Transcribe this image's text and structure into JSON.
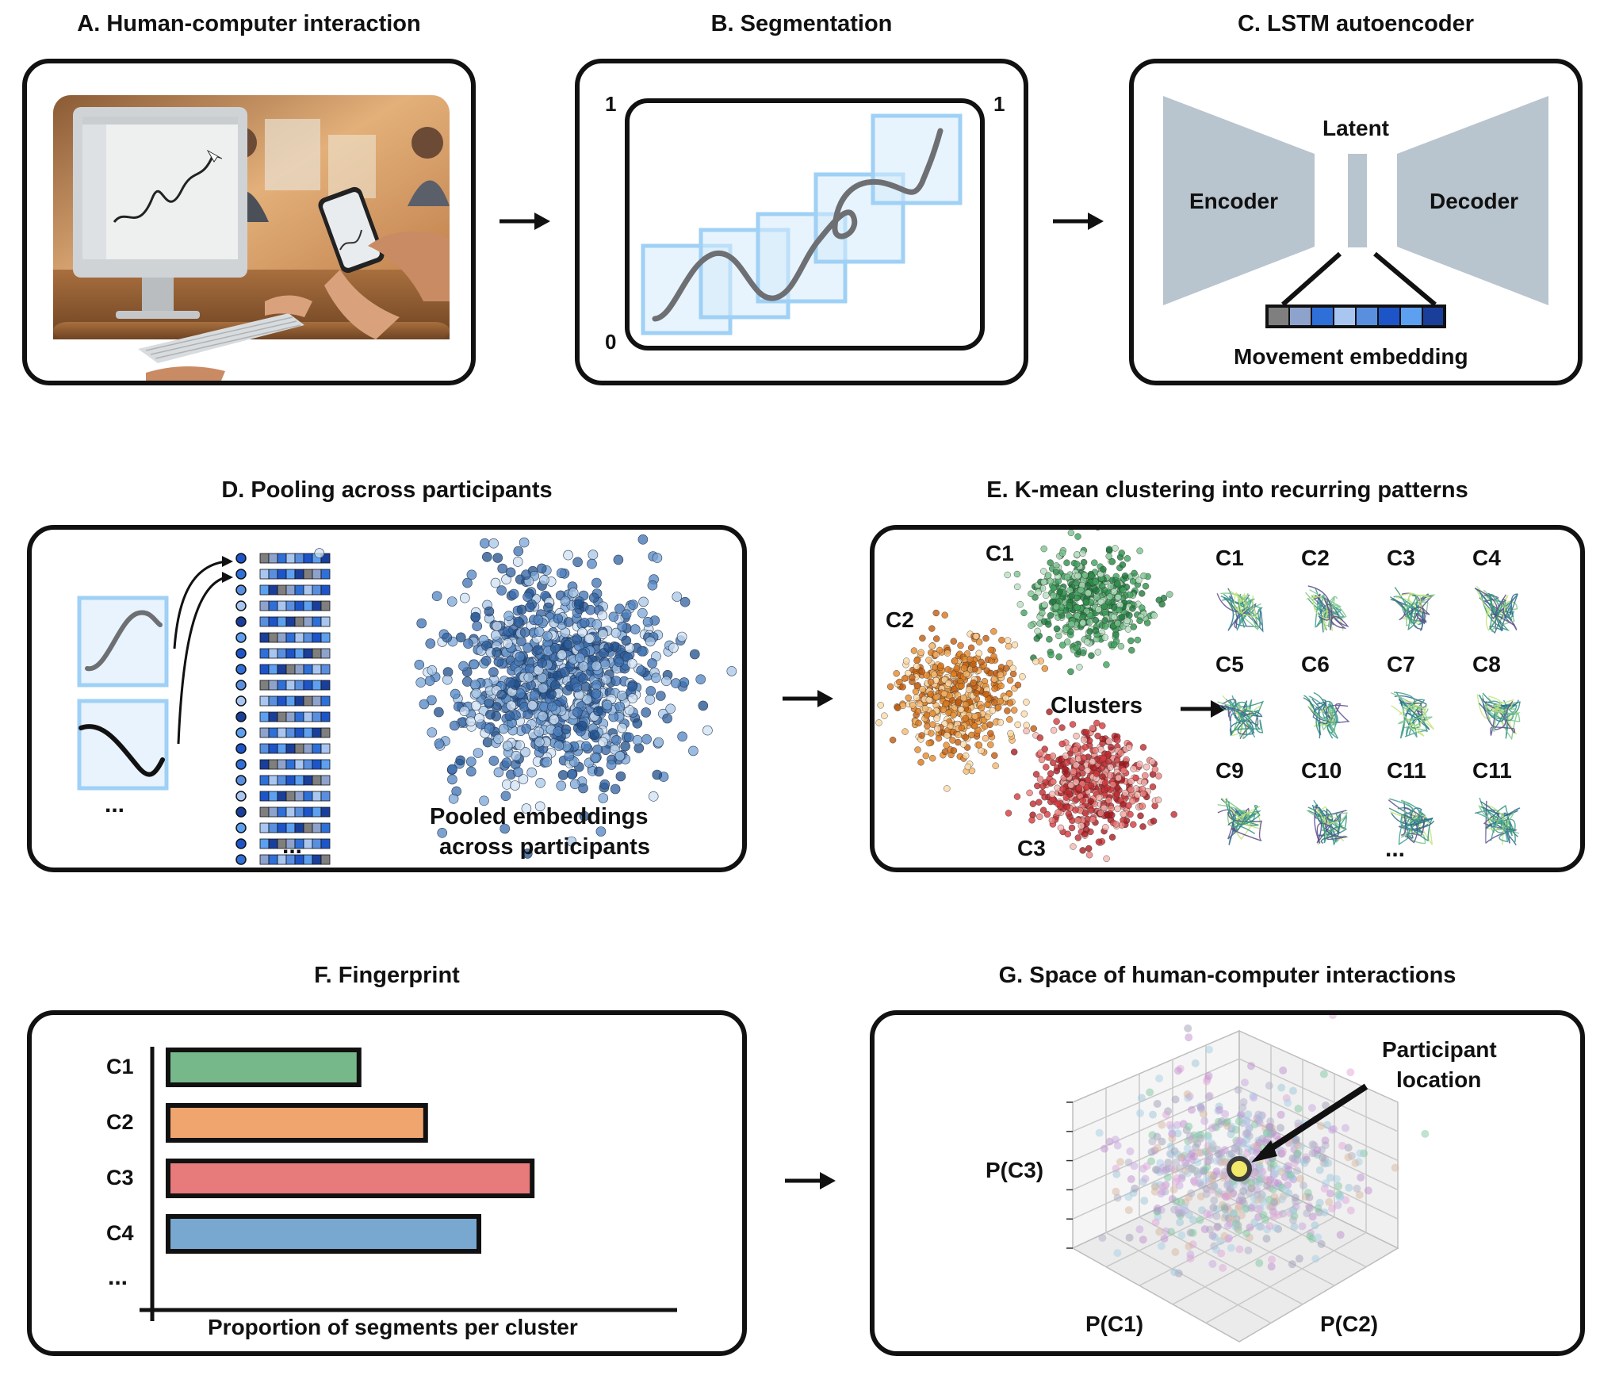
{
  "panels": {
    "a": {
      "title": "A. Human-computer interaction"
    },
    "b": {
      "title": "B. Segmentation",
      "axis_top_left": "1",
      "axis_top_right": "1",
      "axis_bottom": "0"
    },
    "c": {
      "title": "C. LSTM autoencoder",
      "encoder": "Encoder",
      "latent": "Latent",
      "decoder": "Decoder",
      "embedding_label": "Movement embedding"
    },
    "d": {
      "title": "D. Pooling across participants",
      "ellipsis_left": "...",
      "ellipsis_bottom": "...",
      "pooled_line1": "Pooled embeddings",
      "pooled_line2": "across participants"
    },
    "e": {
      "title": "E. K-mean clustering into recurring patterns",
      "clusters_label": "Clusters",
      "cluster_names": [
        "C1",
        "C2",
        "C3"
      ],
      "pattern_labels": [
        "C1",
        "C2",
        "C3",
        "C4",
        "C5",
        "C6",
        "C7",
        "C8",
        "C9",
        "C10",
        "C11",
        "C11"
      ],
      "ellipsis": "..."
    },
    "f": {
      "title": "F. Fingerprint",
      "xlabel": "Proportion of segments per cluster",
      "ellipsis": "..."
    },
    "g": {
      "title": "G. Space of human-computer interactions",
      "axis_x": "P(C1)",
      "axis_y": "P(C2)",
      "axis_z": "P(C3)",
      "annotation_line1": "Participant",
      "annotation_line2": "location"
    }
  },
  "colors": {
    "encoder_gray": "#b8c4ce",
    "accent_blue": "#9fd0f5",
    "c1_green": "#77b88a",
    "c2_orange": "#f0a46e",
    "c3_red": "#e77a7a",
    "c4_blue": "#78a7cf"
  },
  "embedding_colors": [
    "#7f7f7f",
    "#8ea3cc",
    "#2f6fd8",
    "#a9c6f0",
    "#5a8fe0",
    "#1d55c8",
    "#5da0f0",
    "#1a3f9a"
  ],
  "chart_data": {
    "type": "bar",
    "categories": [
      "C1",
      "C2",
      "C3",
      "C4"
    ],
    "values": [
      0.43,
      0.58,
      0.82,
      0.7
    ],
    "xlabel": "Proportion of segments per cluster",
    "orientation": "horizontal",
    "colors": [
      "#77b88a",
      "#f0a46e",
      "#e77a7a",
      "#78a7cf"
    ]
  }
}
